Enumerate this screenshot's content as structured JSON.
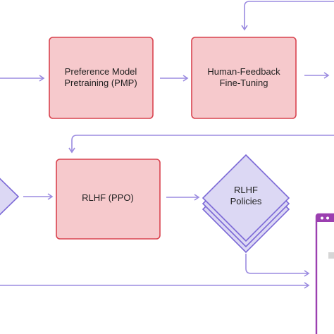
{
  "nodes": {
    "pmp": {
      "line1": "Preference Model",
      "line2": "Pretraining (PMP)"
    },
    "hf": {
      "line1": "Human-Feedback",
      "line2": "Fine-Tuning"
    },
    "rlhf_ppo": {
      "label": "RLHF (PPO)"
    },
    "policies": {
      "line1": "RLHF",
      "line2": "Policies"
    }
  },
  "colors": {
    "box_fill": "#f6c9cc",
    "box_stroke": "#d9434f",
    "arrow": "#9b8be0",
    "diamond_fill": "#dcd8f4",
    "diamond_stroke": "#7b68d6",
    "window_frame": "#9b3fb0"
  }
}
